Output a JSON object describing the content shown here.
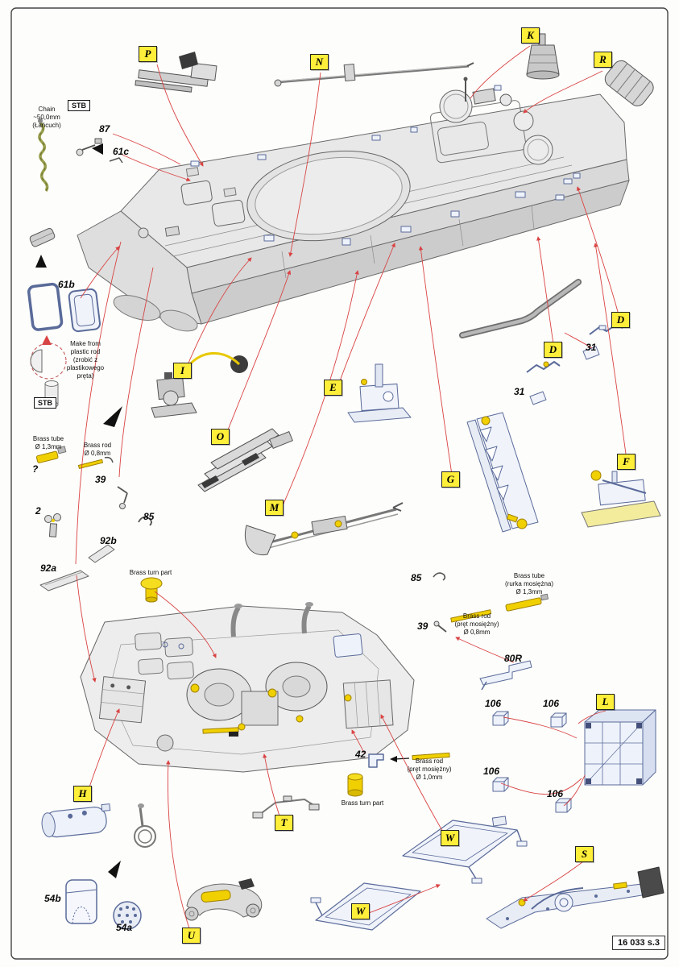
{
  "sheet": {
    "code": "16 033 s.3"
  },
  "stb_label": "STB",
  "letters": [
    "P",
    "N",
    "K",
    "R",
    "D",
    "D",
    "E",
    "I",
    "O",
    "G",
    "F",
    "M",
    "L",
    "H",
    "T",
    "U",
    "W",
    "W",
    "S"
  ],
  "numbers": [
    "87",
    "61c",
    "61b",
    "31",
    "31",
    "?",
    "39",
    "85",
    "2",
    "92b",
    "92a",
    "85",
    "39",
    "80R",
    "106",
    "106",
    "106",
    "106",
    "42",
    "54b",
    "54a"
  ],
  "notes": {
    "chain": "Chain\n~50,0mm\n(Łańcuch)",
    "make_from_rod": "Make from\nplastic rod\n(zrobić z\nplastikowego\npręta)",
    "brass_tube_left": "Brass tube\nØ 1,3mm",
    "brass_rod_left": "Brass rod\nØ 0,8mm",
    "brass_turn_part_upper": "Brass turn part",
    "brass_tube_right": "Brass tube\n(rurka mosiężna)\nØ 1,3mm",
    "brass_rod_right": "Brass rod\n(pręt mosiężny)\nØ 0,8mm",
    "brass_rod_lower": "Brass rod\n(pręt mosiężny)\nØ 1,0mm",
    "brass_turn_part_lower": "Brass turn part"
  },
  "colors": {
    "label_bg": "#ffef3a",
    "connector_red": "#d94343",
    "grey_art": "#9a9a9a",
    "blue_art": "#5a6b9a",
    "brass_yellow": "#f0d000"
  }
}
